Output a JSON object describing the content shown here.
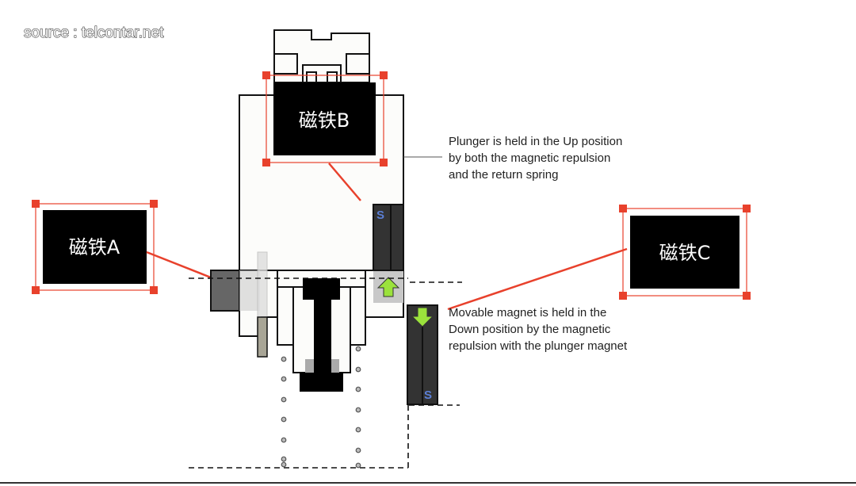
{
  "source_credit": "source : telcontar.net",
  "magnets": {
    "a": {
      "label": "磁铁A"
    },
    "b": {
      "label": "磁铁B"
    },
    "c": {
      "label": "磁铁C"
    }
  },
  "pole_labels": {
    "plunger_magnet": "S",
    "movable_magnet": "S"
  },
  "annotations": {
    "plunger": [
      "Plunger is held in the Up position",
      "by both the magnetic repulsion",
      "and the return spring"
    ],
    "movable": [
      "Movable magnet is held in the",
      "Down position by the magnetic",
      "repulsion with the plunger magnet"
    ]
  },
  "colors": {
    "highlight_red": "#e8412c",
    "arrow_green": "#9be23c",
    "magnet_dark": "#333333"
  }
}
